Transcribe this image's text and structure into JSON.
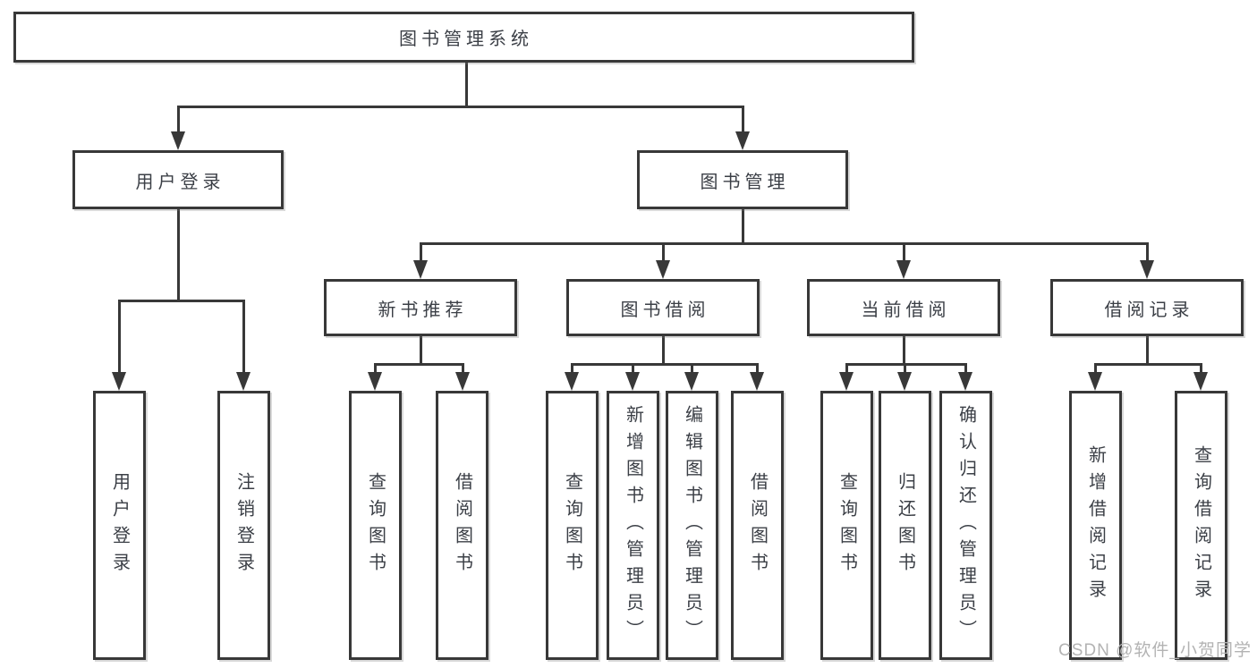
{
  "diagram": {
    "root": {
      "label": "图书管理系统"
    },
    "level2": {
      "user_login": {
        "label": "用户登录"
      },
      "book_management": {
        "label": "图书管理"
      }
    },
    "level3": {
      "new_books": {
        "label": "新书推荐"
      },
      "book_borrowing": {
        "label": "图书借阅"
      },
      "current_borrowing": {
        "label": "当前借阅"
      },
      "borrowing_records": {
        "label": "借阅记录"
      }
    },
    "leaves": {
      "user_login": "用户登录",
      "logout": "注销登录",
      "nb_query_books": "查询图书",
      "nb_borrow_books": "借阅图书",
      "bb_query_books": "查询图书",
      "bb_add_books_admin": "新增图书（管理员）",
      "bb_edit_books_admin": "编辑图书（管理员）",
      "bb_borrow_books": "借阅图书",
      "cb_query_books": "查询图书",
      "cb_return_books": "归还图书",
      "cb_confirm_return_admin": "确认归还（管理员）",
      "br_add_record": "新增借阅记录",
      "br_query_record": "查询借阅记录"
    },
    "watermark": "CSDN @软件_小贺同学",
    "colors": {
      "line": "#383838",
      "border": "#383838",
      "text": "#3b3f46",
      "watermark": "#b3b3b3",
      "background": "#ffffff"
    }
  }
}
